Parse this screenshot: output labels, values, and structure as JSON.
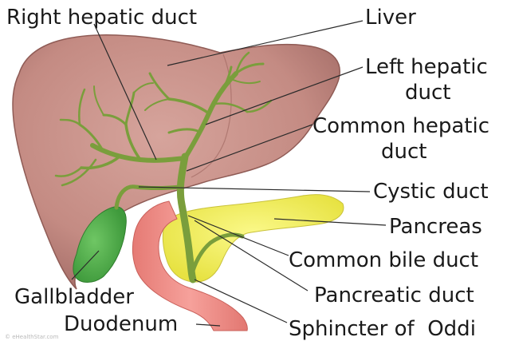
{
  "labels": {
    "right_hepatic_duct": "Right hepatic duct",
    "liver": "Liver",
    "left_hepatic_duct_1": "Left hepatic",
    "left_hepatic_duct_2": "duct",
    "common_hepatic_duct_1": "Common hepatic",
    "common_hepatic_duct_2": "duct",
    "cystic_duct": "Cystic duct",
    "pancreas": "Pancreas",
    "common_bile_duct": "Common bile duct",
    "gallbladder": "Gallbladder",
    "pancreatic_duct": "Pancreatic duct",
    "duodenum": "Duodenum",
    "sphincter_of_oddi": "Sphincter of  Oddi"
  },
  "watermark": "© eHealthStar.com",
  "colors": {
    "liver": "#c99089",
    "liver_outline": "#8f5b55",
    "bile_duct": "#7a9e3c",
    "gallbladder": "#57b04f",
    "pancreas": "#f3f06a",
    "duodenum": "#ee8a84"
  }
}
